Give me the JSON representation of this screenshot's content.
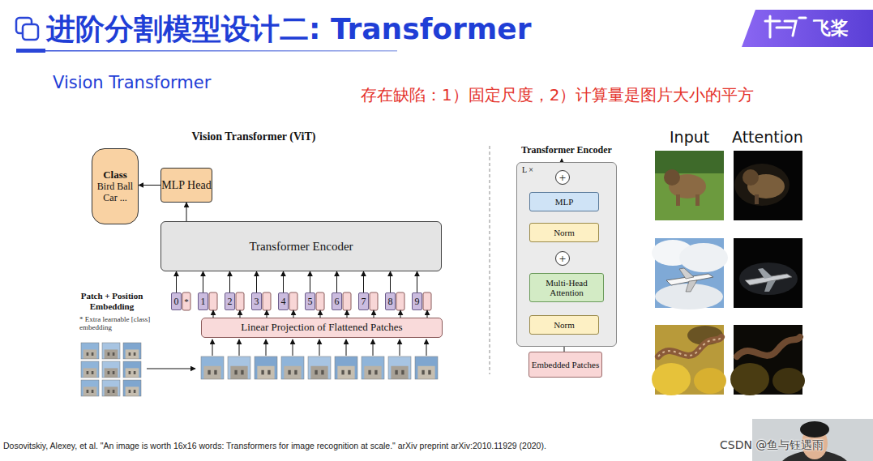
{
  "diagram": {
    "title": "进阶分割模型设计二: Transformer",
    "caption": "Dosovitskiy, Alexey, et al. \"An image is worth 16x16 words: Transformers for image recognition at scale.\" arXiv preprint arXiv:2010.11929 (2020).",
    "nodes": [
      {
        "text": [
          "Class",
          "Bird Ball Car ..."
        ]
      },
      {
        "text": [
          "MLP Head"
        ]
      },
      {
        "text": [
          "Transformer Encoder"
        ]
      },
      {
        "text": [
          "0"
        ]
      },
      {
        "text": [
          "1"
        ]
      },
      {
        "text": [
          "2"
        ]
      },
      {
        "text": [
          "3"
        ]
      },
      {
        "text": [
          "4"
        ]
      },
      {
        "text": [
          "5"
        ]
      },
      {
        "text": [
          "6"
        ]
      },
      {
        "text": [
          "7"
        ]
      },
      {
        "text": [
          "8"
        ]
      },
      {
        "text": [
          "9"
        ]
      },
      {
        "text": [
          "Linear Projection of Flattened Patches"
        ]
      },
      {
        "text": [
          "Transformer Encoder",
          "L ×"
        ]
      },
      {
        "text": [
          "+"
        ],
        "in": 14
      },
      {
        "text": [
          "MLP"
        ],
        "in": 14
      },
      {
        "text": [
          "Norm"
        ],
        "in": 14
      },
      {
        "text": [
          "+"
        ],
        "in": 14
      },
      {
        "text": [
          "Multi-Head Attention"
        ],
        "in": 14
      },
      {
        "text": [
          "Norm"
        ],
        "in": 14
      },
      {
        "text": [
          "Embedded Patches"
        ]
      }
    ],
    "edges": [
      {
        "from": 1,
        "to": 0,
        "arrow": "to"
      },
      {
        "from": 2,
        "to": 1,
        "arrow": "to"
      },
      {
        "from": 3,
        "to": 2,
        "arrow": "to"
      },
      {
        "from": 4,
        "to": 2,
        "arrow": "to"
      },
      {
        "from": 5,
        "to": 2,
        "arrow": "to"
      },
      {
        "from": 6,
        "to": 2,
        "arrow": "to"
      },
      {
        "from": 7,
        "to": 2,
        "arrow": "to"
      },
      {
        "from": 8,
        "to": 2,
        "arrow": "to"
      },
      {
        "from": 9,
        "to": 2,
        "arrow": "to"
      },
      {
        "from": 10,
        "to": 2,
        "arrow": "to"
      },
      {
        "from": 11,
        "to": 2,
        "arrow": "to"
      },
      {
        "from": 12,
        "to": 2,
        "arrow": "to"
      },
      {
        "from": 13,
        "to": 4,
        "arrow": "to"
      },
      {
        "from": 13,
        "to": 5,
        "arrow": "to"
      },
      {
        "from": 13,
        "to": 6,
        "arrow": "to"
      },
      {
        "from": 13,
        "to": 7,
        "arrow": "to"
      },
      {
        "from": 13,
        "to": 8,
        "arrow": "to"
      },
      {
        "from": 13,
        "to": 9,
        "arrow": "to"
      },
      {
        "from": 13,
        "to": 10,
        "arrow": "to"
      },
      {
        "from": 13,
        "to": 11,
        "arrow": "to"
      },
      {
        "from": 13,
        "to": 12,
        "arrow": "to"
      },
      {
        "from": 21,
        "to": 20,
        "arrow": "to"
      },
      {
        "from": 20,
        "to": 19,
        "arrow": "to"
      },
      {
        "from": 19,
        "to": 18,
        "arrow": "to"
      },
      {
        "from": 18,
        "to": 17,
        "arrow": "to"
      },
      {
        "from": 17,
        "to": 16,
        "arrow": "to"
      },
      {
        "from": 16,
        "to": 15,
        "arrow": "to"
      },
      {
        "from": 21,
        "to": 18,
        "arrow": "to"
      },
      {
        "from": 18,
        "to": 15,
        "arrow": "to"
      }
    ],
    "labels": [
      "Vision Transformer",
      "存在缺陷：1）固定尺度，2）计算量是图片大小的平方",
      "Vision Transformer (ViT)",
      "Patch + Position Embedding",
      "* Extra learnable [class] embedding",
      "*",
      "Input",
      "Attention",
      "飞桨",
      "CSDN @鱼与钰遇雨"
    ]
  }
}
